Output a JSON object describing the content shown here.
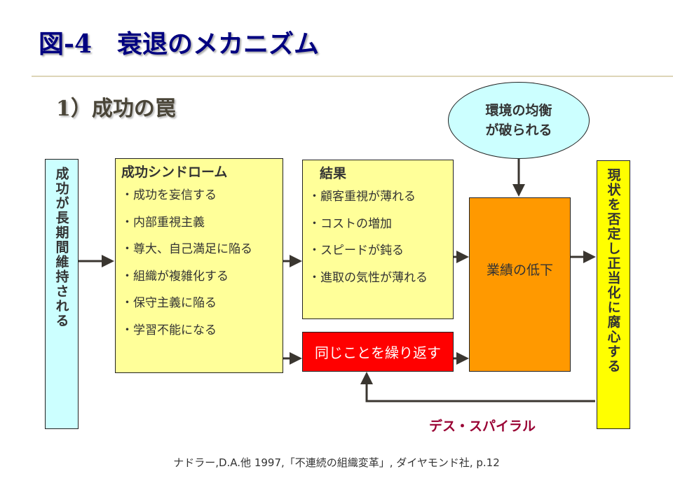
{
  "title": "図-4　衰退のメカニズム",
  "subtitle": "1）成功の罠",
  "left_box": "成功が長期間維持される",
  "syndrome": {
    "heading": "成功シンドローム",
    "items": [
      "成功を妄信する",
      "内部重視主義",
      "尊大、自己満足に陥る",
      "組織が複雑化する",
      "保守主義に陥る",
      "学習不能になる"
    ]
  },
  "result": {
    "heading": "結果",
    "items": [
      "顧客重視が薄れる",
      "コストの増加",
      "スピードが鈍る",
      "進取の気性が薄れる"
    ]
  },
  "repeat_box": "同じことを繰り返す",
  "decline_box": "業績の低下",
  "ellipse": {
    "line1": "環境の均衡",
    "line2": "が破られる"
  },
  "right_box": "現状を否定し正当化に腐心する",
  "spiral_label": "デス・スパイラル",
  "citation": "ナドラー,D.A.他 1997,「不連続の組織変革」, ダイヤモンド社, p.12",
  "colors": {
    "title": "#000080",
    "cyan": "#ccffff",
    "yellow_light": "#ffff99",
    "yellow": "#ffff00",
    "red": "#ff0000",
    "orange": "#ff9900",
    "spiral": "#990033"
  }
}
